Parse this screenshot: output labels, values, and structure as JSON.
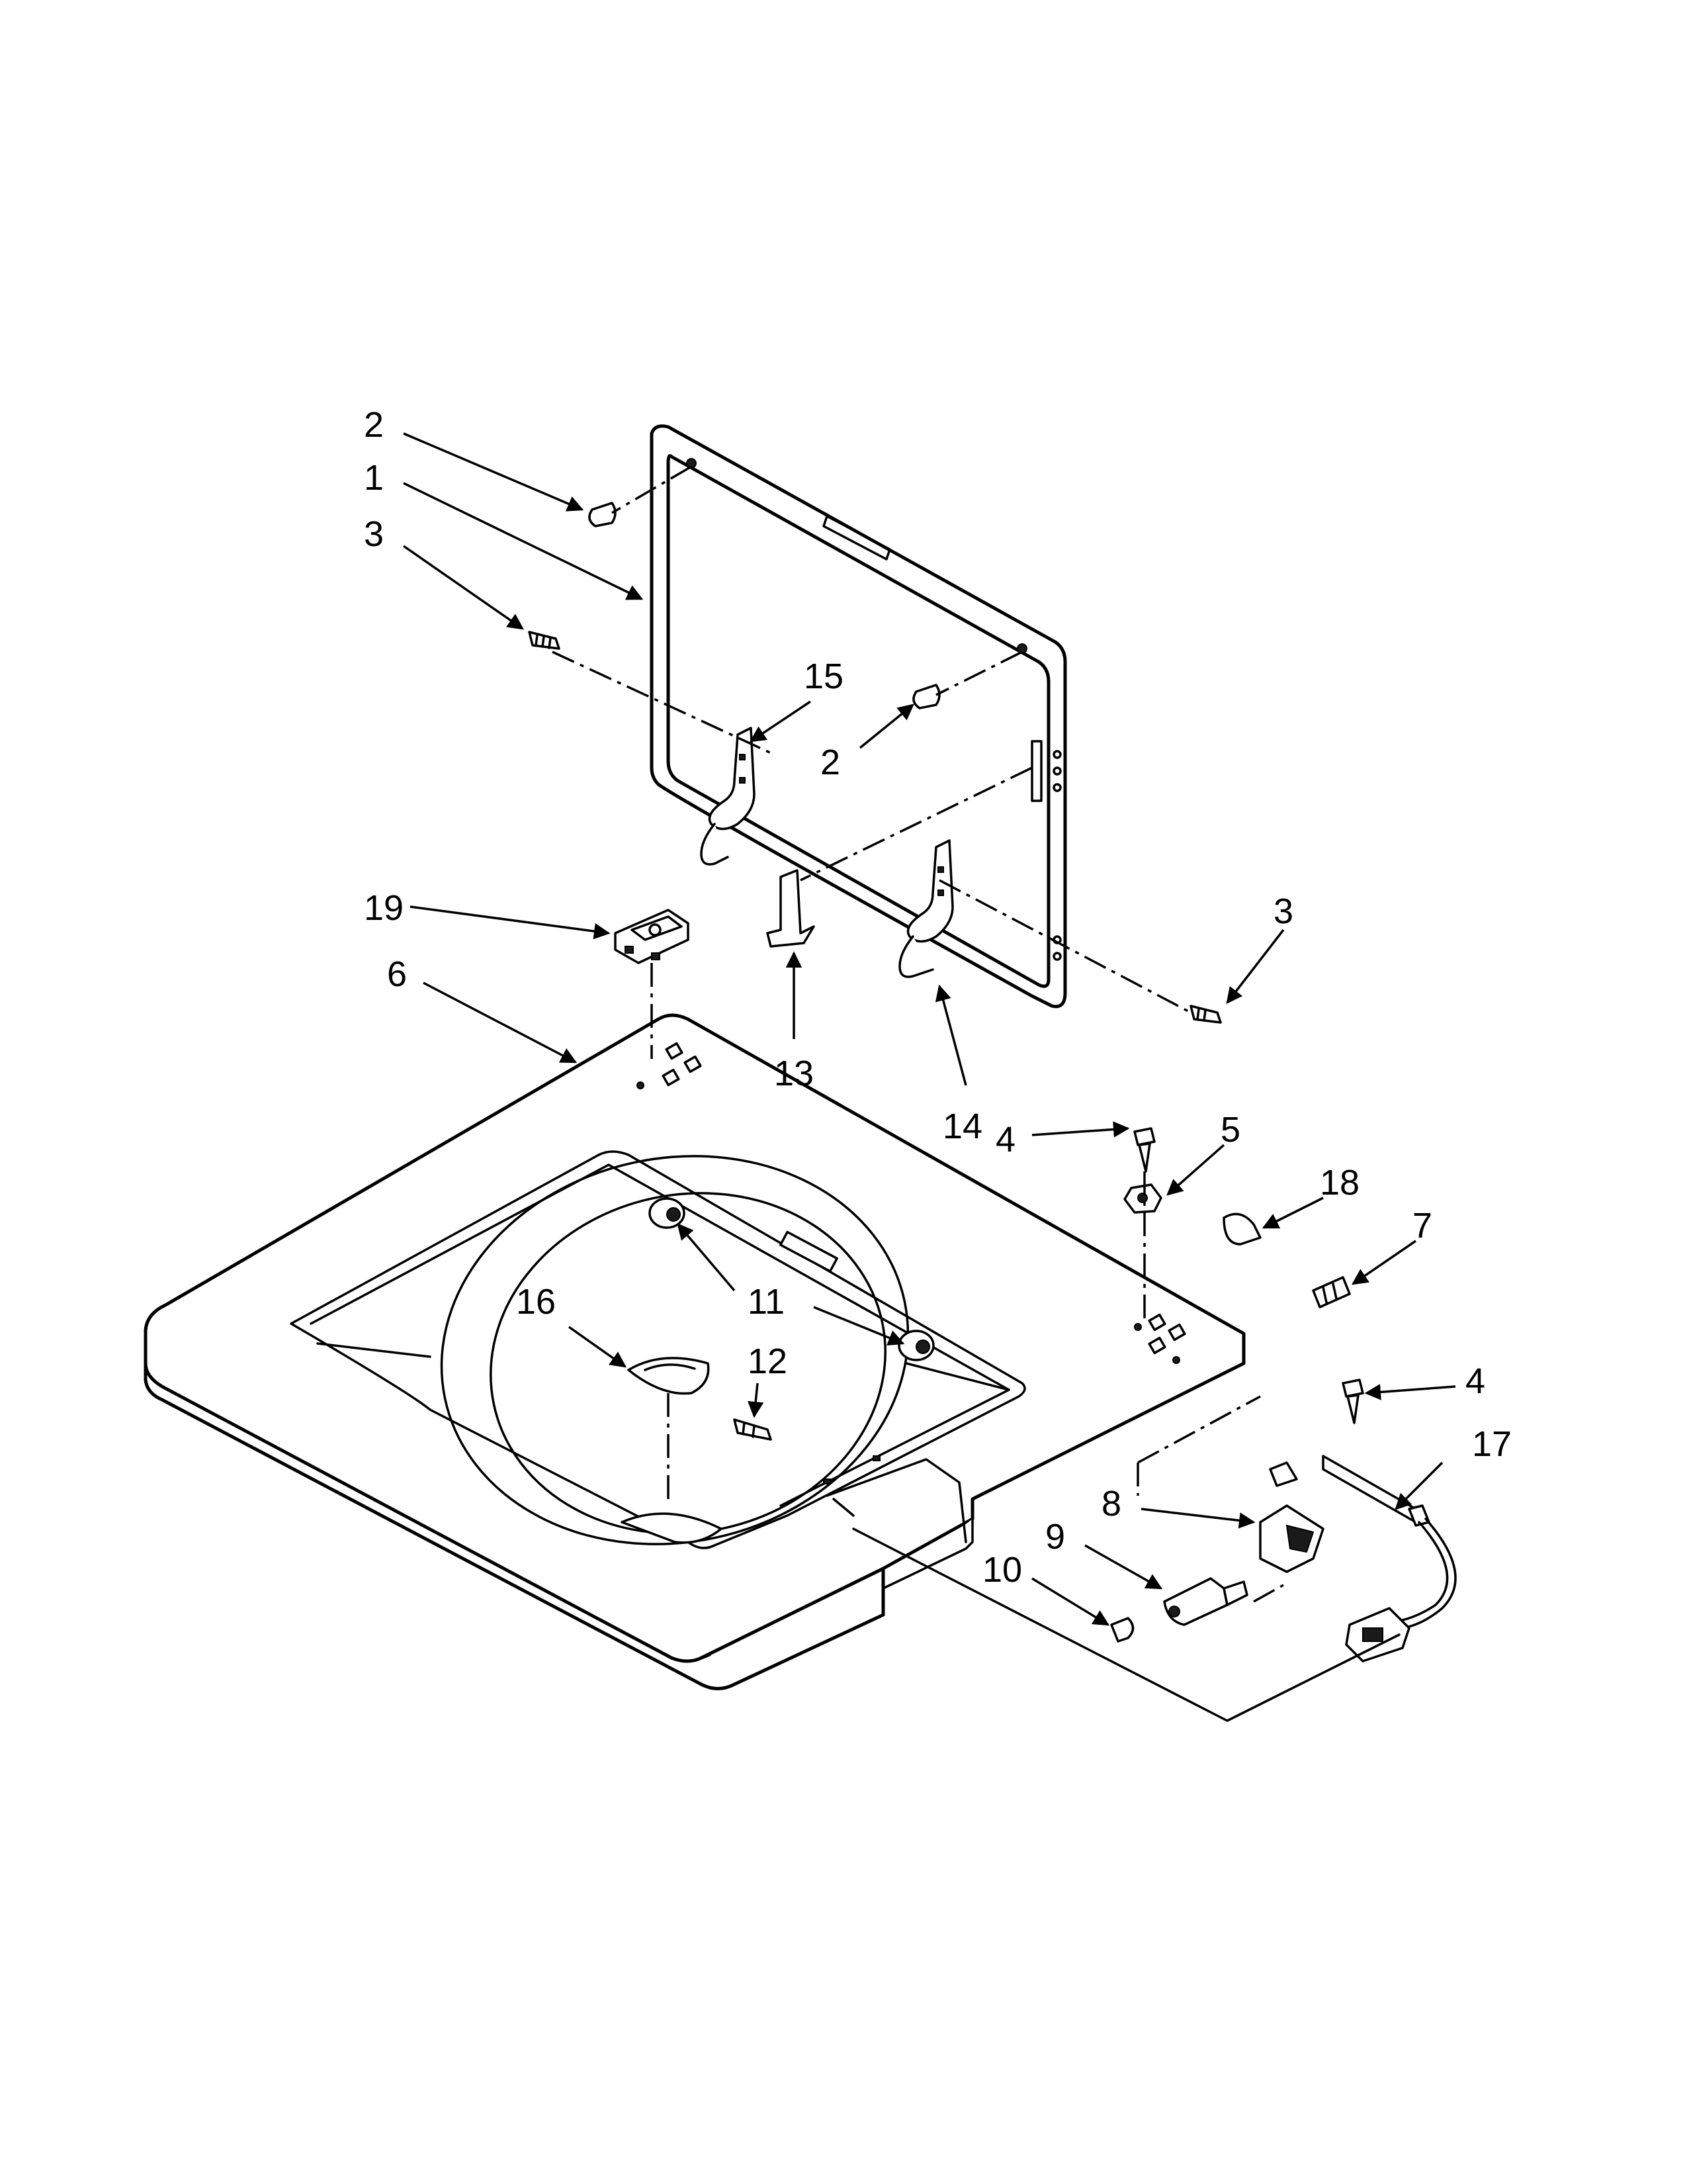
{
  "callouts": [
    {
      "id": "c2a",
      "label": "2"
    },
    {
      "id": "c1",
      "label": "1"
    },
    {
      "id": "c3a",
      "label": "3"
    },
    {
      "id": "c15",
      "label": "15"
    },
    {
      "id": "c2b",
      "label": "2"
    },
    {
      "id": "c19",
      "label": "19"
    },
    {
      "id": "c3b",
      "label": "3"
    },
    {
      "id": "c6",
      "label": "6"
    },
    {
      "id": "c13",
      "label": "13"
    },
    {
      "id": "c14",
      "label": "14"
    },
    {
      "id": "c4a",
      "label": "4"
    },
    {
      "id": "c5",
      "label": "5"
    },
    {
      "id": "c18",
      "label": "18"
    },
    {
      "id": "c7",
      "label": "7"
    },
    {
      "id": "c16",
      "label": "16"
    },
    {
      "id": "c11",
      "label": "11"
    },
    {
      "id": "c12",
      "label": "12"
    },
    {
      "id": "c4b",
      "label": "4"
    },
    {
      "id": "c17",
      "label": "17"
    },
    {
      "id": "c8",
      "label": "8"
    },
    {
      "id": "c9",
      "label": "9"
    },
    {
      "id": "c10",
      "label": "10"
    }
  ],
  "colors": {
    "line": "#000000",
    "background": "#ffffff"
  }
}
